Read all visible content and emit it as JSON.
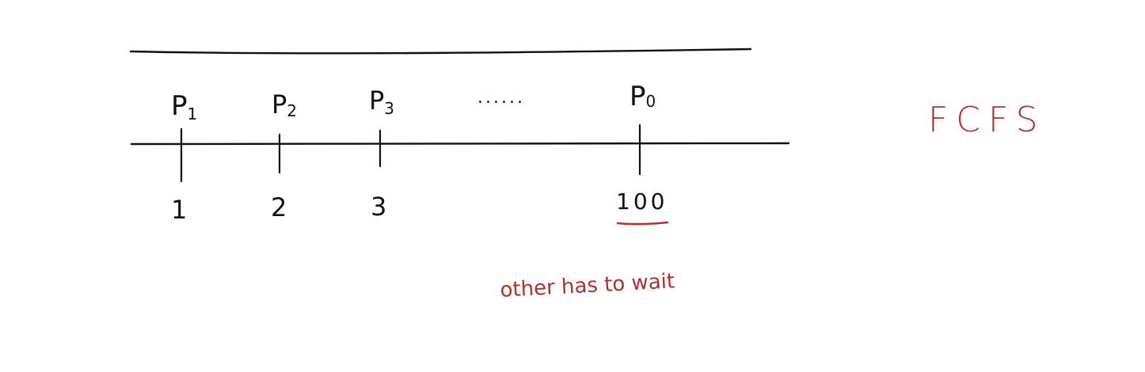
{
  "diagram": {
    "ink_color": "#111111",
    "accent_color": "#b0302a",
    "processes": [
      {
        "label": "P",
        "sub": "1",
        "time": "1"
      },
      {
        "label": "P",
        "sub": "2",
        "time": "2"
      },
      {
        "label": "P",
        "sub": "3",
        "time": "3"
      },
      {
        "label": "P",
        "sub": "0",
        "time": "100"
      }
    ],
    "ellipsis": "......",
    "title": "FCFS",
    "note": "other has to wait"
  }
}
